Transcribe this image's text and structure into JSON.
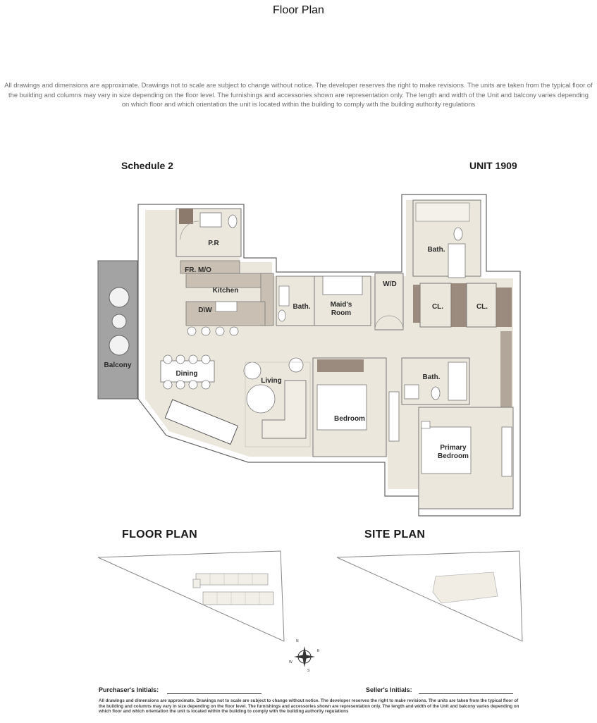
{
  "page": {
    "title": "Floor Plan"
  },
  "disclaimer": "All drawings and dimensions are approximate. Drawings not to  scale  are subject to change without notice. The developer reserves the right to make revisions. The units are taken from the typical floor of the building  and columns may vary in size depending on the floor level. The furnishings and accessories shown are representation only. The length and width of the Unit  and balcony varies depending on which floor and which orientation the unit is located within the building to comply with the building authority regulations",
  "sheet": {
    "schedule": "Schedule 2",
    "unit": "UNIT 1909"
  },
  "rooms": {
    "pr": "P.R",
    "fr_mo": "FR. M/O",
    "kitchen": "Kitchen",
    "dw": "D\\W",
    "bath_maid": "Bath.",
    "maids_room_1": "Maid's",
    "maids_room_2": "Room",
    "wd": "W/D",
    "bath_primary": "Bath.",
    "cl_1": "CL.",
    "cl_2": "CL.",
    "balcony": "Balcony",
    "dining": "Dining",
    "living": "Living",
    "bath_bedroom": "Bath.",
    "bedroom": "Bedroom",
    "primary_bedroom_1": "Primary",
    "primary_bedroom_2": "Bedroom"
  },
  "sections": {
    "floor_plan": "FLOOR PLAN",
    "site_plan": "SITE PLAN"
  },
  "compass": {
    "n": "N",
    "e": "E",
    "s": "S",
    "w": "W"
  },
  "initials": {
    "purchaser": "Purchaser's Initials:",
    "seller": "Seller's Initials:"
  },
  "fine_print": "All drawings and dimensions are approximate. Drawings not to  scale  are subject to change without notice. The developer reserves the right to make revisions. The units are taken from the typical floor of the building  and columns may vary in size depending on the floor level. The furnishings and accessories shown are representation only. The length and width of the Unit  and balcony varies depending on which floor and which orientation the unit is located within the building to comply with the building authority regulations",
  "colors": {
    "floor": "#ece7dc",
    "wall": "#ffffff",
    "outline": "#555555",
    "balcony": "#a3a3a3",
    "counter": "#c9c0b3",
    "wood": "#8c7a6d"
  }
}
